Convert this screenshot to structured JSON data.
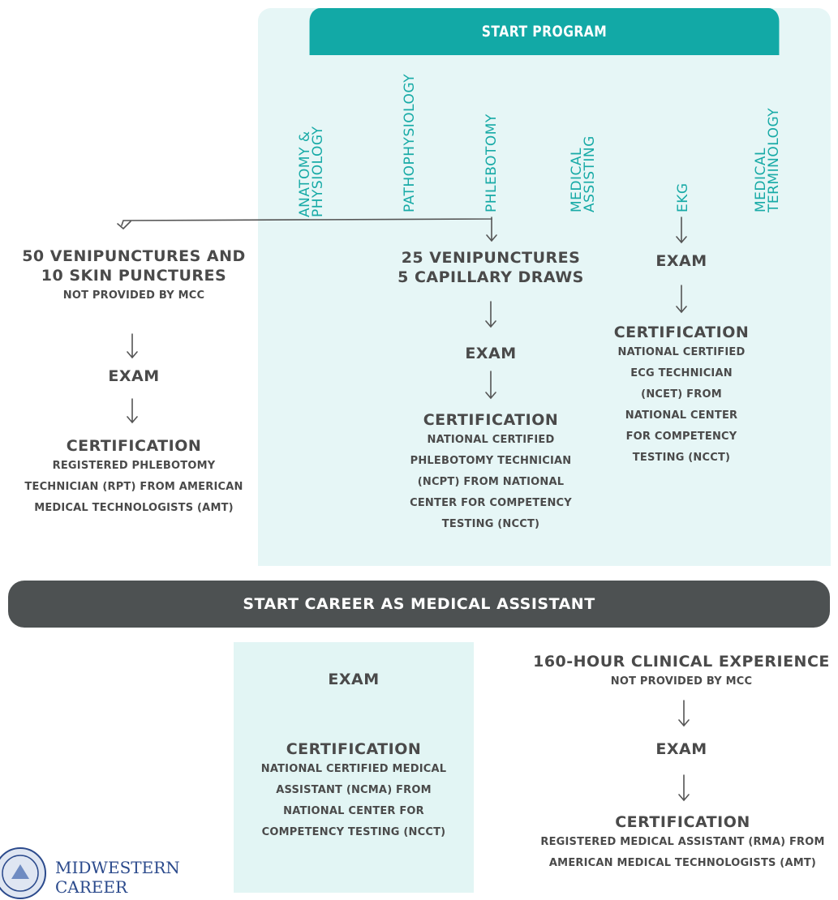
{
  "program": {
    "header": "START PROGRAM",
    "subjects": [
      {
        "lines": [
          "ANATOMY &",
          "PHYSIOLOGY"
        ]
      },
      {
        "lines": [
          "PATHOPHYSIOLOGY"
        ]
      },
      {
        "lines": [
          "PHLEBOTOMY"
        ]
      },
      {
        "lines": [
          "MEDICAL",
          "ASSISTING"
        ]
      },
      {
        "lines": [
          "EKG"
        ]
      },
      {
        "lines": [
          "MEDICAL",
          "TERMINOLOGY"
        ]
      }
    ]
  },
  "left_path": {
    "req_line1": "50 VENIPUNCTURES AND",
    "req_line2": "10 SKIN PUNCTURES",
    "req_note": "NOT PROVIDED BY MCC",
    "exam": "EXAM",
    "cert_title": "CERTIFICATION",
    "cert_lines": [
      "REGISTERED PHLEBOTOMY",
      "TECHNICIAN (RPT) FROM AMERICAN",
      "MEDICAL TECHNOLOGISTS (AMT)"
    ]
  },
  "middle_path": {
    "req_line1": "25 VENIPUNCTURES",
    "req_line2": "5 CAPILLARY DRAWS",
    "exam": "EXAM",
    "cert_title": "CERTIFICATION",
    "cert_lines": [
      "NATIONAL CERTIFIED",
      "PHLEBOTOMY TECHNICIAN",
      "(NCPT) FROM NATIONAL",
      "CENTER FOR COMPETENCY",
      "TESTING (NCCT)"
    ]
  },
  "ekg_path": {
    "exam": "EXAM",
    "cert_title": "CERTIFICATION",
    "cert_lines": [
      "NATIONAL CERTIFIED",
      "ECG TECHNICIAN",
      "(NCET) FROM",
      "NATIONAL CENTER",
      "FOR COMPETENCY",
      "TESTING (NCCT)"
    ]
  },
  "career": {
    "label": "START CAREER AS MEDICAL ASSISTANT"
  },
  "ma_exam_path": {
    "exam": "EXAM",
    "cert_title": "CERTIFICATION",
    "cert_lines": [
      "NATIONAL CERTIFIED MEDICAL",
      "ASSISTANT (NCMA) FROM",
      "NATIONAL CENTER FOR",
      "COMPETENCY TESTING (NCCT)"
    ]
  },
  "rma_path": {
    "req_line1": "160-HOUR CLINICAL EXPERIENCE",
    "req_note": "NOT PROVIDED BY MCC",
    "exam": "EXAM",
    "cert_title": "CERTIFICATION",
    "cert_lines": [
      "REGISTERED MEDICAL ASSISTANT (RMA) FROM",
      "AMERICAN MEDICAL TECHNOLOGISTS (AMT)"
    ]
  },
  "logo": {
    "line1": "MIDWESTERN",
    "line2": "CAREER"
  },
  "colors": {
    "teal": "#12a9a6",
    "panel": "#e6f6f6",
    "career_bar": "#4d5152",
    "text": "#4a4a4a"
  }
}
